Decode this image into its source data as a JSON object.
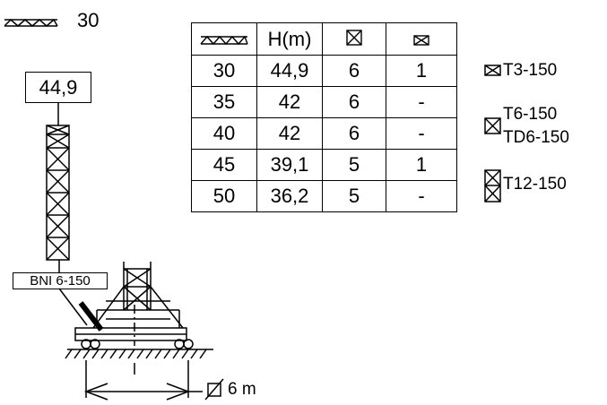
{
  "header": {
    "jib_length": "30"
  },
  "height_box": {
    "value": "44,9"
  },
  "base_label": "BNI 6-150",
  "track_label": "6 m",
  "table": {
    "columns": [
      "",
      "H(m)",
      "",
      ""
    ],
    "rows": [
      [
        "30",
        "44,9",
        "6",
        "1"
      ],
      [
        "35",
        "42",
        "6",
        "-"
      ],
      [
        "40",
        "42",
        "6",
        "-"
      ],
      [
        "45",
        "39,1",
        "5",
        "1"
      ],
      [
        "50",
        "36,2",
        "5",
        "-"
      ]
    ]
  },
  "legend": {
    "t3": "T3-150",
    "t6_line1": "T6-150",
    "t6_line2": "TD6-150",
    "t12": "T12-150"
  },
  "colors": {
    "ink": "#000000",
    "background": "#ffffff"
  }
}
